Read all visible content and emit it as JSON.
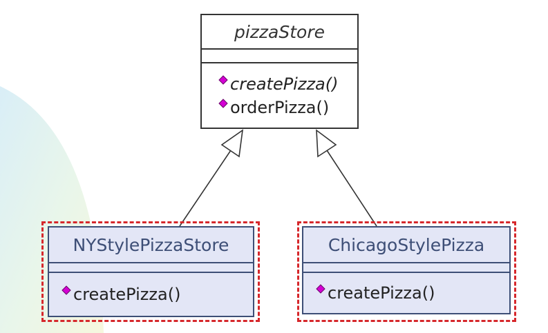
{
  "diagram": {
    "classes": {
      "store": {
        "name": "pizzaStore",
        "operations": [
          "createPizza()",
          "orderPizza()"
        ]
      },
      "ny": {
        "name": "NYStylePizzaStore",
        "operations": [
          "createPizza()"
        ]
      },
      "chicago": {
        "name": "ChicagoStylePizza",
        "operations": [
          "createPizza()"
        ]
      }
    },
    "relations": [
      {
        "from": "NYStylePizzaStore",
        "to": "pizzaStore",
        "type": "generalization"
      },
      {
        "from": "ChicagoStylePizza",
        "to": "pizzaStore",
        "type": "generalization"
      }
    ],
    "colors": {
      "class_border": "#333333",
      "subclass_fill": "#e3e6f6",
      "subclass_border": "#3d4e76",
      "highlight_dash": "#d6272b",
      "operation_icon": "#d400d4",
      "connector": "#333333"
    },
    "icons": {
      "operation": "purple-diamond-method-icon"
    }
  }
}
